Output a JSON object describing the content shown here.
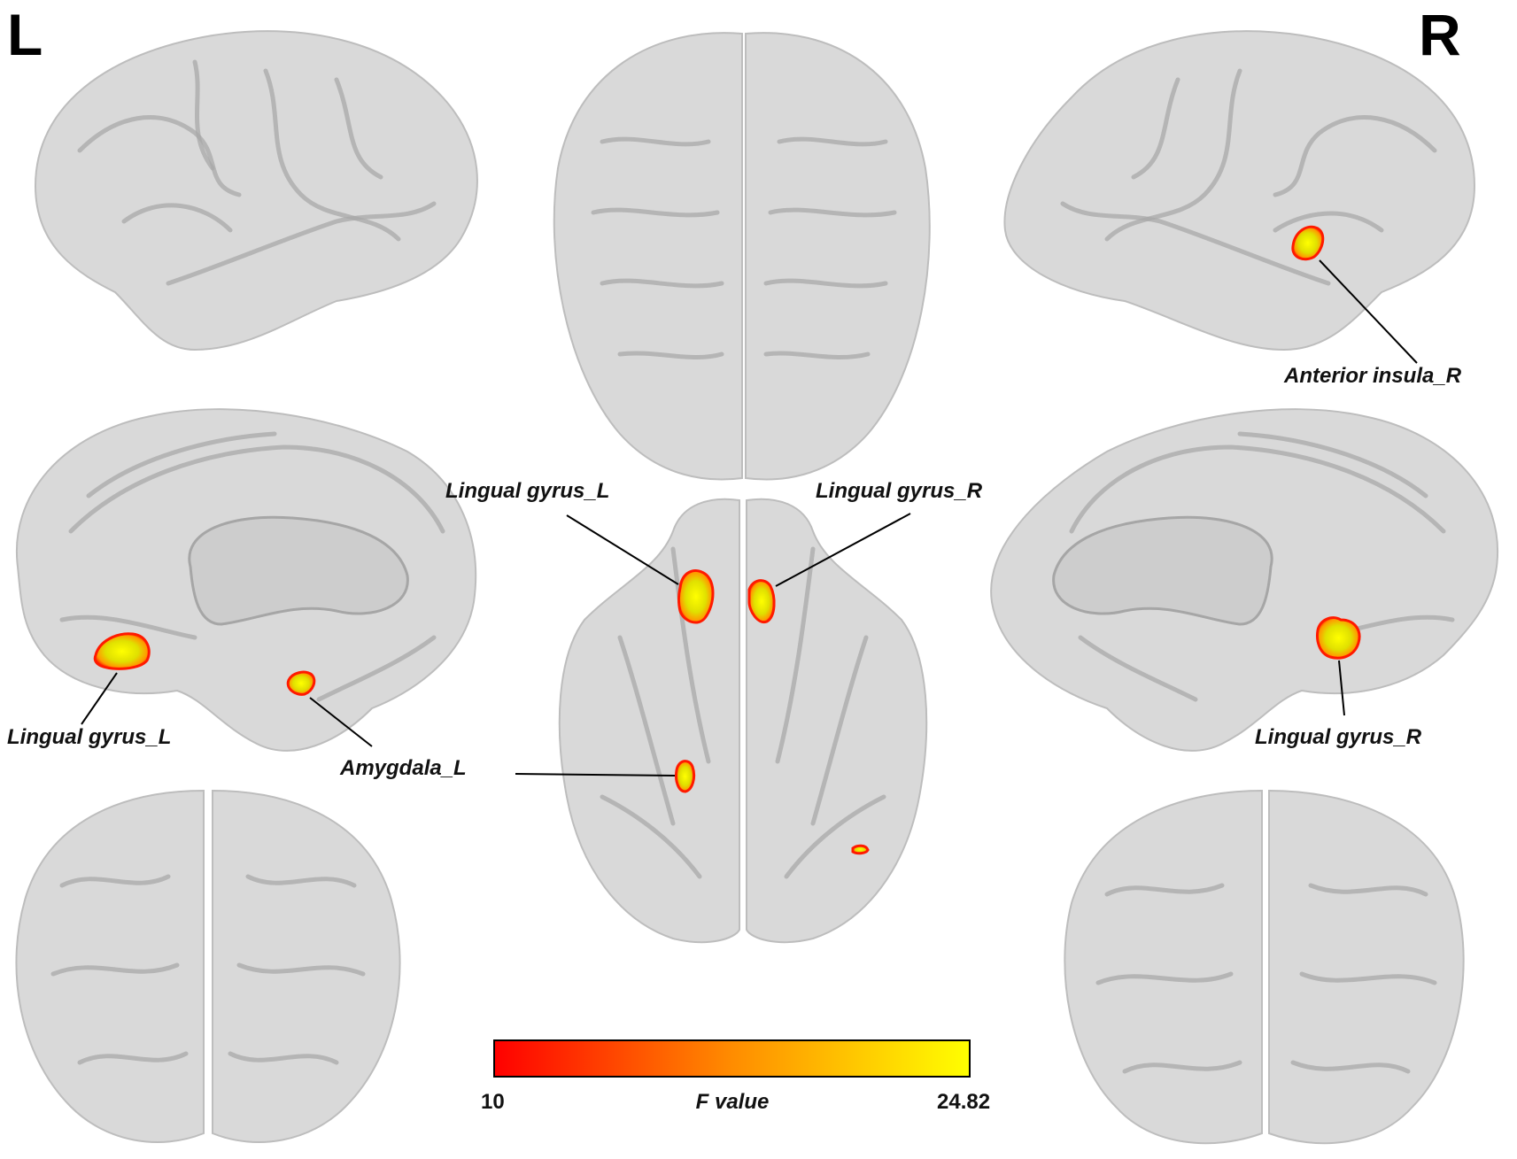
{
  "side_left": "L",
  "side_right": "R",
  "labels": {
    "anterior_insula_r": "Anterior insula_R",
    "lingual_gyrus_l_medial": "Lingual gyrus_L",
    "amygdala_l": "Amygdala_L",
    "lingual_gyrus_l_ventral": "Lingual gyrus_L",
    "lingual_gyrus_r_ventral": "Lingual gyrus_R",
    "lingual_gyrus_r_medial": "Lingual gyrus_R"
  },
  "colorbar": {
    "min_label": "10",
    "max_label": "24.82",
    "title": "F value",
    "min": 10,
    "max": 24.82,
    "color_low": "#ff0000",
    "color_high": "#ffff00"
  },
  "colors": {
    "background": "#ffffff",
    "brain_surface": "#d9d9d9",
    "activation_edge": "#ff1a00",
    "activation_core": "#ffff00"
  }
}
